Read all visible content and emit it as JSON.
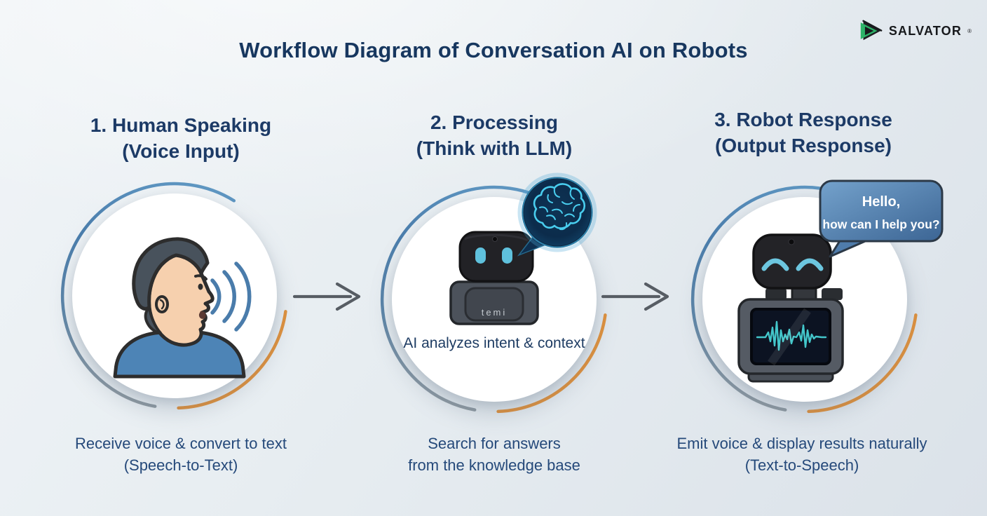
{
  "title": "Workflow Diagram of Conversation AI on Robots",
  "logo": {
    "brand": "SALVATOR",
    "registered_mark": "®",
    "icon": "play-triangle-icon"
  },
  "steps": [
    {
      "heading": "1. Human Speaking",
      "subheading": "(Voice Input)",
      "caption": "Receive voice & convert to text",
      "caption_sub": "(Speech-to-Text)",
      "illustration": "man-speaking-with-sound-waves"
    },
    {
      "heading": "2. Processing",
      "subheading": "(Think with LLM)",
      "inner_note": "AI analyzes intent & context",
      "robot_brand": "temi",
      "thought_bubble": "glowing-brain",
      "caption": "Search for answers",
      "caption_sub": "from the knowledge base",
      "illustration": "temi-robot-thinking"
    },
    {
      "heading": "3. Robot Response",
      "subheading": "(Output Response)",
      "speech_bubble": {
        "line1": "Hello,",
        "line2": "how can I help you?"
      },
      "caption": "Emit voice & display results naturally",
      "caption_sub": "(Text-to-Speech)",
      "illustration": "robot-speaking-waveform-screen"
    }
  ],
  "colors": {
    "title_text": "#17375f",
    "heading_text": "#1c3a66",
    "caption_text": "#25497a",
    "ring_blue": "#4a7dac",
    "ring_orange": "#e0913c",
    "arrow_gray": "#575d64",
    "bubble_blue_light": "#74a2cc",
    "bubble_blue_dark": "#3c6594",
    "brain_cyan": "#49cdee",
    "robot_eye_cyan": "#5fc1dd",
    "logo_green": "#2db368",
    "shirt_blue": "#4d84b6"
  }
}
